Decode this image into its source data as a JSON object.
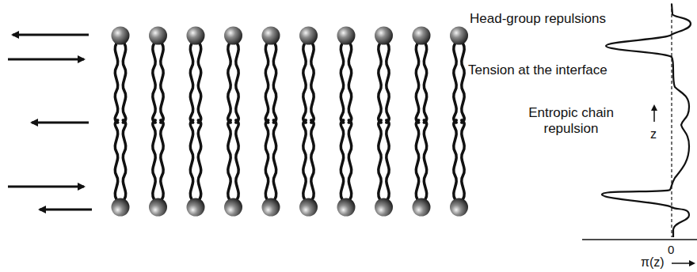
{
  "diagram": {
    "labels": [
      "Head-group repulsions",
      "Tension at the interface",
      "Entropic chain repulsion",
      "z",
      "0",
      "π(z)"
    ]
  }
}
